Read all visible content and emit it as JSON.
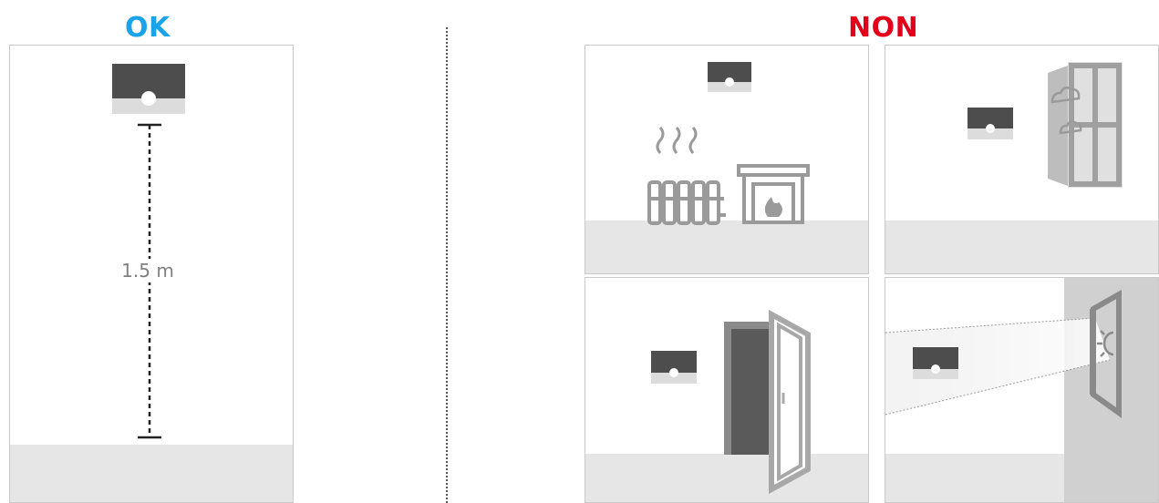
{
  "headings": {
    "ok": "OK",
    "non": "NON"
  },
  "distance_label": "1.5 m",
  "colors": {
    "ok": "#1aa3e8",
    "non": "#e3001b",
    "device_dark": "#4d4d4d",
    "floor": "#e6e6e6",
    "outline": "#c9c9c9"
  },
  "scenes": {
    "ok": [
      "thermostat-icon",
      "distance-marker"
    ],
    "non": [
      [
        "thermostat-icon",
        "radiator-icon",
        "heat-waves-icon",
        "fireplace-icon"
      ],
      [
        "thermostat-icon",
        "window-icon",
        "cloud-icon"
      ],
      [
        "thermostat-icon",
        "open-door-icon"
      ],
      [
        "thermostat-icon",
        "window-icon",
        "sun-icon",
        "sunbeam"
      ]
    ]
  }
}
